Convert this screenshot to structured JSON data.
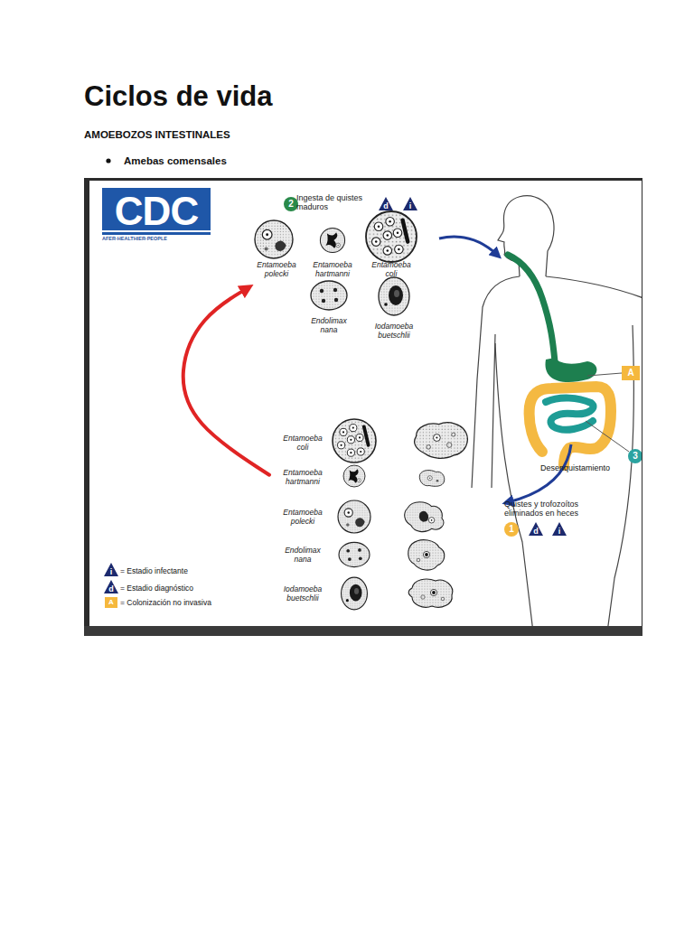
{
  "diagram": {
    "title": "Ciclos de vida",
    "nodes": [
      {
        "text": [
          "Ingesta de quistes maduros"
        ]
      },
      {
        "text": [
          "Entamoeba polecki"
        ],
        "in": 0
      },
      {
        "text": [
          "Entamoeba hartmanni"
        ],
        "in": 0
      },
      {
        "text": [
          "Entamoeba coli"
        ],
        "in": 0
      },
      {
        "text": [
          "Endolimax nana"
        ],
        "in": 0
      },
      {
        "text": [
          "Iodamoeba buetschlii"
        ],
        "in": 0
      },
      {
        "text": [
          "Quistes y trofozoítos eliminados en heces"
        ]
      },
      {
        "text": [
          "Entamoeba coli"
        ],
        "in": 6
      },
      {
        "text": [
          "Entamoeba hartmanni"
        ],
        "in": 6
      },
      {
        "text": [
          "Entamoeba polecki"
        ],
        "in": 6
      },
      {
        "text": [
          "Endolimax nana"
        ],
        "in": 6
      },
      {
        "text": [
          "Iodamoeba buetschlii"
        ],
        "in": 6
      }
    ],
    "edges": [
      {
        "from": 6,
        "to": 0,
        "arrow": "to"
      }
    ],
    "labels": [
      "AMOEBOZOS INTESTINALES",
      "Amebas comensales",
      "CDC",
      "AFER·HEALTHIER·PEOPLE",
      "2",
      "d",
      "i",
      "A",
      "3",
      "Desenquistamiento",
      "1",
      "d",
      "i",
      "i",
      "d",
      "A"
    ],
    "legend": [
      {
        "text": "= Estadio infectante"
      },
      {
        "text": "= Estadio diagnóstico"
      },
      {
        "text": "= Colonización no invasiva",
        "color": "#f5b83d"
      }
    ]
  }
}
